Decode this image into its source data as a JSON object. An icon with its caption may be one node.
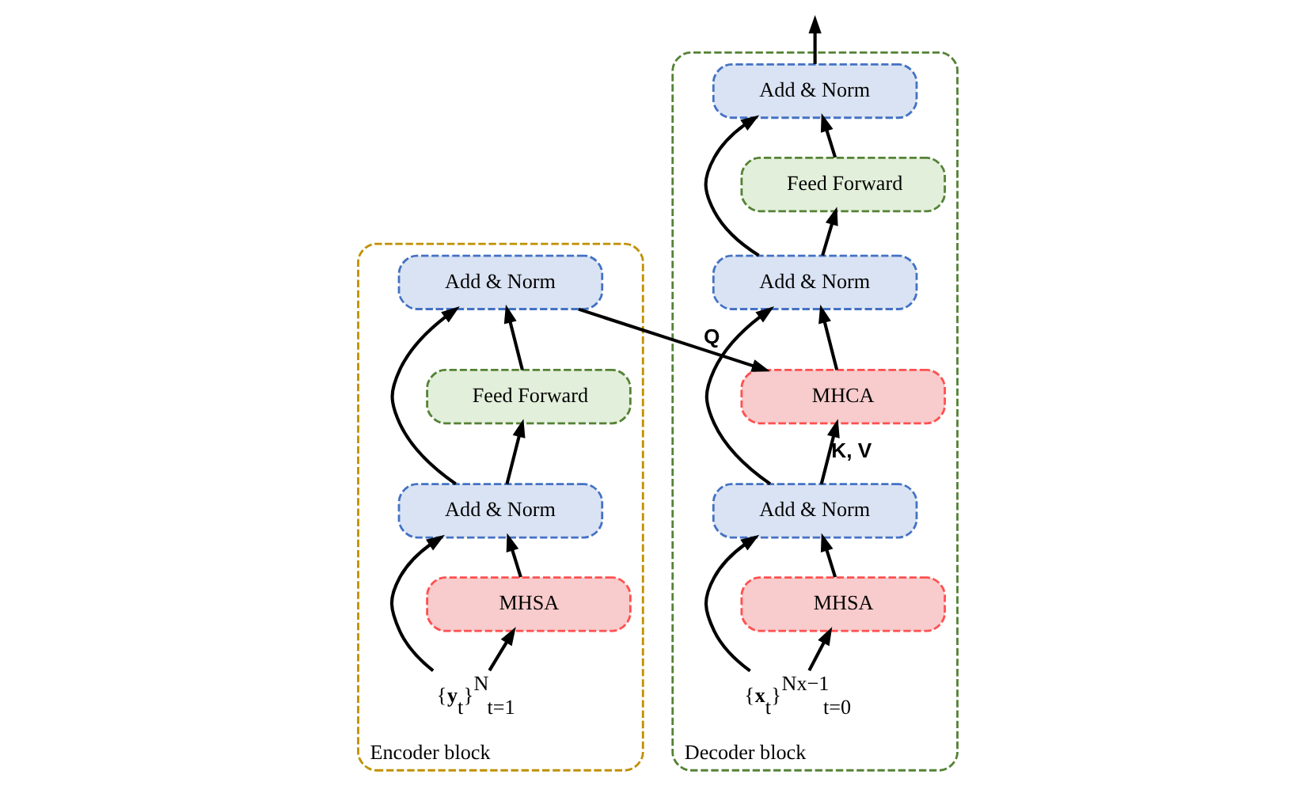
{
  "diagram": {
    "nodes": [
      {
        "text": [
          "Encoder block"
        ]
      },
      {
        "text": [
          "Add & Norm"
        ],
        "in": 0
      },
      {
        "text": [
          "Feed Forward"
        ],
        "in": 0
      },
      {
        "text": [
          "Add & Norm"
        ],
        "in": 0
      },
      {
        "text": [
          "MHSA"
        ],
        "in": 0
      },
      {
        "text": [
          "{**y**$_{t}$}$^{N}$$_{t=1}$"
        ],
        "in": 0
      },
      {
        "text": [
          "Decoder block"
        ]
      },
      {
        "text": [
          "Add & Norm"
        ],
        "in": 6
      },
      {
        "text": [
          "Feed Forward"
        ],
        "in": 6
      },
      {
        "text": [
          "Add & Norm"
        ],
        "in": 6
      },
      {
        "text": [
          "MHCA"
        ],
        "in": 6
      },
      {
        "text": [
          "Add & Norm"
        ],
        "in": 6
      },
      {
        "text": [
          "MHSA"
        ],
        "in": 6
      },
      {
        "text": [
          "{**x**$_{t}$}$^{Nx−1}$$_{t=0}$"
        ],
        "in": 6
      }
    ],
    "edges": [
      {
        "from": 5,
        "to": 4,
        "arrow": "to"
      },
      {
        "from": 5,
        "to": 3,
        "arrow": "to"
      },
      {
        "from": 4,
        "to": 3,
        "arrow": "to"
      },
      {
        "from": 3,
        "to": 2,
        "arrow": "to"
      },
      {
        "from": 3,
        "to": 1,
        "arrow": "to"
      },
      {
        "from": 2,
        "to": 1,
        "arrow": "to"
      },
      {
        "from": 1,
        "to": 10,
        "arrow": "to",
        "label": "Q"
      },
      {
        "from": 13,
        "to": 12,
        "arrow": "to"
      },
      {
        "from": 13,
        "to": 11,
        "arrow": "to"
      },
      {
        "from": 12,
        "to": 11,
        "arrow": "to"
      },
      {
        "from": 11,
        "to": 10,
        "arrow": "to",
        "label": "K, V"
      },
      {
        "from": 11,
        "to": 9,
        "arrow": "to"
      },
      {
        "from": 10,
        "to": 9,
        "arrow": "to"
      },
      {
        "from": 9,
        "to": 8,
        "arrow": "to"
      },
      {
        "from": 9,
        "to": 7,
        "arrow": "to"
      },
      {
        "from": 8,
        "to": 7,
        "arrow": "to"
      },
      {
        "from": 7,
        "to": null,
        "arrow": "to"
      }
    ]
  }
}
